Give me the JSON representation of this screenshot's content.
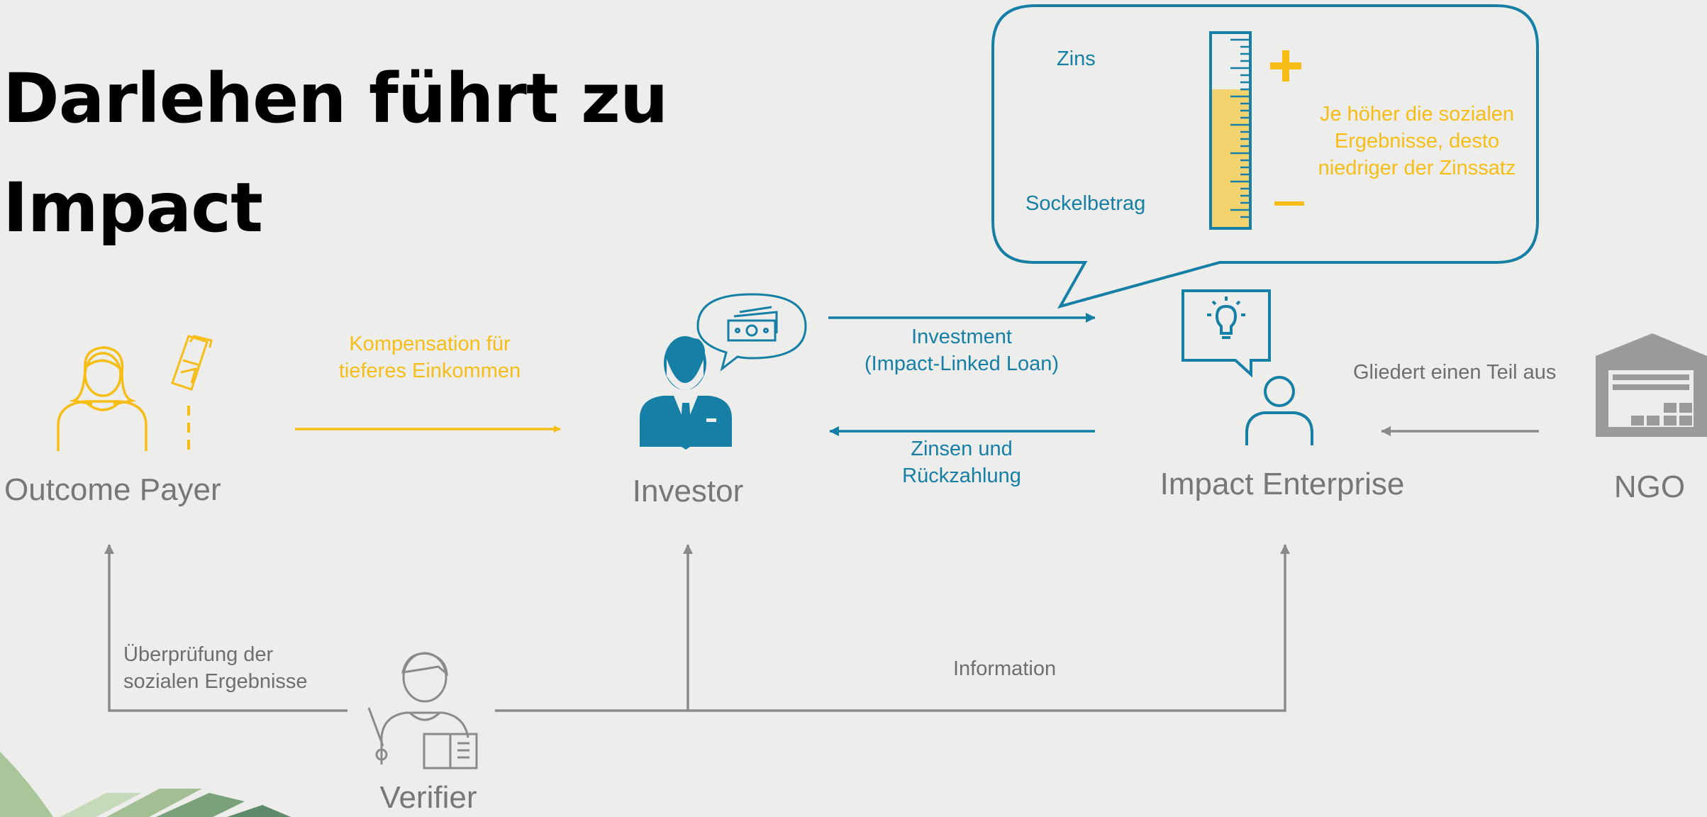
{
  "slide": {
    "title_line1": "Darlehen führt zu",
    "title_line2": "Impact"
  },
  "actors": {
    "outcome_payer": "Outcome Payer",
    "investor": "Investor",
    "impact_enterprise": "Impact Enterprise",
    "ngo": "NGO",
    "verifier": "Verifier"
  },
  "flows": {
    "compensation_line1": "Kompensation für",
    "compensation_line2": "tieferes Einkommen",
    "investment_line1": "Investment",
    "investment_line2": "(Impact-Linked Loan)",
    "interest_line1": "Zinsen und",
    "interest_line2": "Rückzahlung",
    "spinoff": "Gliedert einen Teil aus",
    "verification_line1": "Überprüfung der",
    "verification_line2": "sozialen Ergebnisse",
    "information": "Information"
  },
  "callout": {
    "zins": "Zins",
    "sockelbetrag": "Sockelbetrag",
    "note_line1": "Je höher die sozialen",
    "note_line2": "Ergebnisse, desto",
    "note_line3": "niedriger der Zinssatz",
    "plus": "+"
  },
  "colors": {
    "blue": "#157fa6",
    "yellow": "#f6bd16",
    "gray": "#8a8a8a",
    "gauge_fill": "#f3d36d"
  },
  "icons": [
    "woman-icon",
    "money-bars-icon",
    "businessman-icon",
    "banknote-speech-icon",
    "lightbulb-speech-icon",
    "person-icon",
    "warehouse-icon",
    "teacher-icon",
    "gauge-icon",
    "plus-icon",
    "minus-icon"
  ]
}
